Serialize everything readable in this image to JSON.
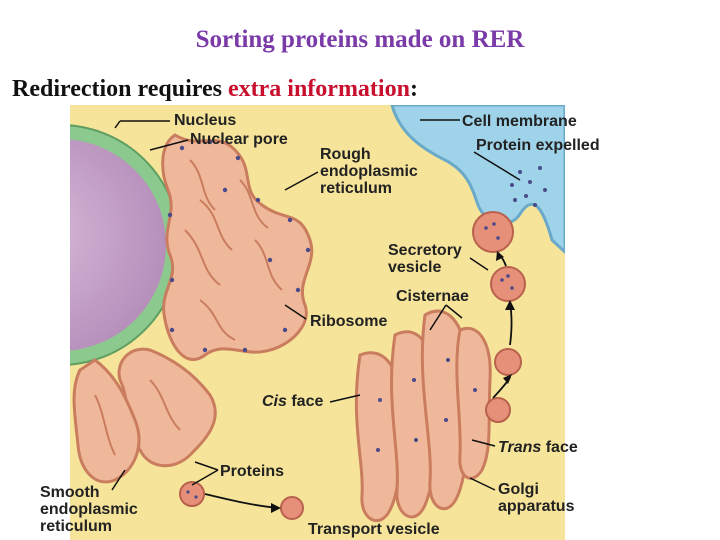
{
  "slide": {
    "title": "Sorting proteins made on RER",
    "subtitle_prefix": "Redirection requires ",
    "subtitle_highlight": "extra information",
    "subtitle_suffix": ":"
  },
  "diagram": {
    "labels": {
      "nucleus": "Nucleus",
      "nuclear_pore": "Nuclear pore",
      "rough_er": "Rough\nendoplasmic\nreticulum",
      "cell_membrane": "Cell membrane",
      "protein_expelled": "Protein expelled",
      "secretory_vesicle": "Secretory\nvesicle",
      "cisternae": "Cisternae",
      "ribosome": "Ribosome",
      "cis_face_italic": "Cis",
      "cis_face_rest": " face",
      "trans_face_italic": "Trans",
      "trans_face_rest": " face",
      "proteins": "Proteins",
      "smooth_er": "Smooth\nendoplasmic\nreticulum",
      "golgi_apparatus": "Golgi\napparatus",
      "transport_vesicle": "Transport vesicle"
    },
    "colors": {
      "cytoplasm": "#f6e49a",
      "nucleus": "#c9a6cc",
      "nuclear_envelope": "#8cc98e",
      "er_fill": "#f0b89a",
      "er_stroke": "#c97d5e",
      "extracellular": "#9fd3ea",
      "ribosome": "#4a4a8a",
      "leader": "#111111"
    }
  }
}
